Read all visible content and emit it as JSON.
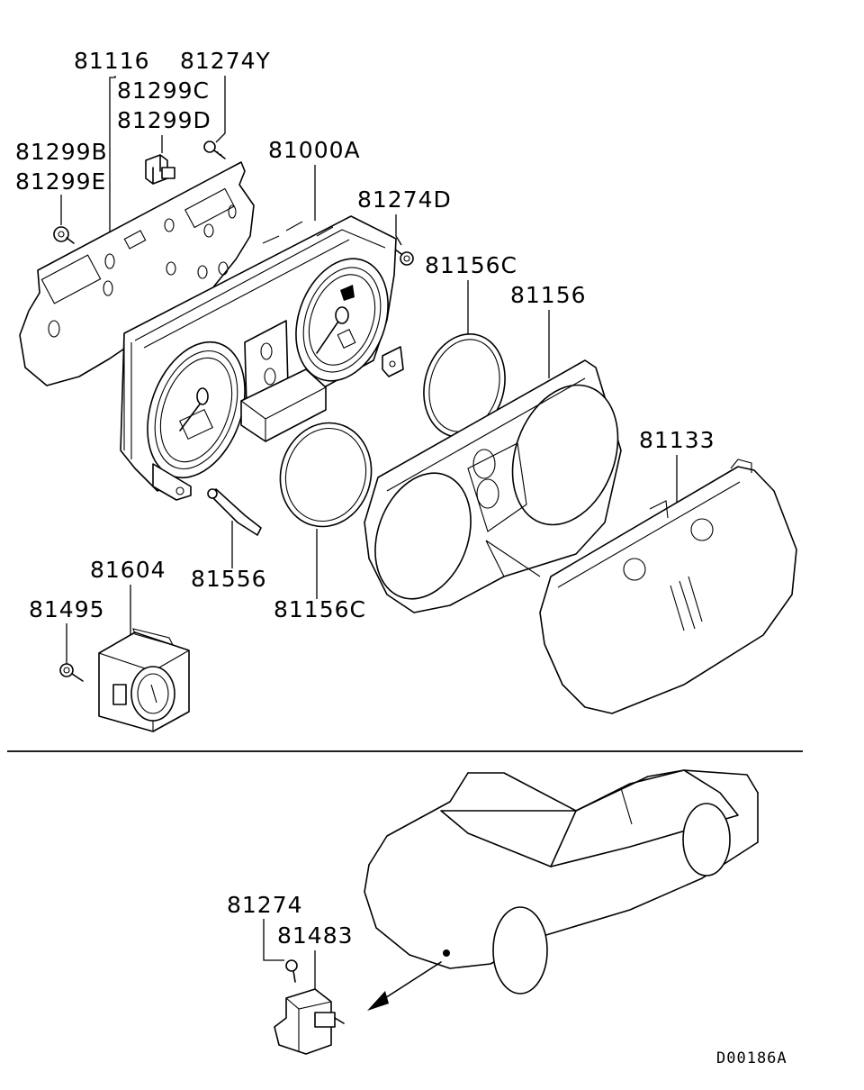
{
  "diagram": {
    "reference_code": "D00186A",
    "labels": {
      "p81116": "81116",
      "p81274Y": "81274Y",
      "p81299C": "81299C",
      "p81299D": "81299D",
      "p81299B": "81299B",
      "p81299E": "81299E",
      "p81000A": "81000A",
      "p81274D": "81274D",
      "p81156C_top": "81156C",
      "p81156": "81156",
      "p81133": "81133",
      "p81604": "81604",
      "p81556": "81556",
      "p81495": "81495",
      "p81156C_bottom": "81156C",
      "p81274": "81274",
      "p81483": "81483"
    }
  }
}
